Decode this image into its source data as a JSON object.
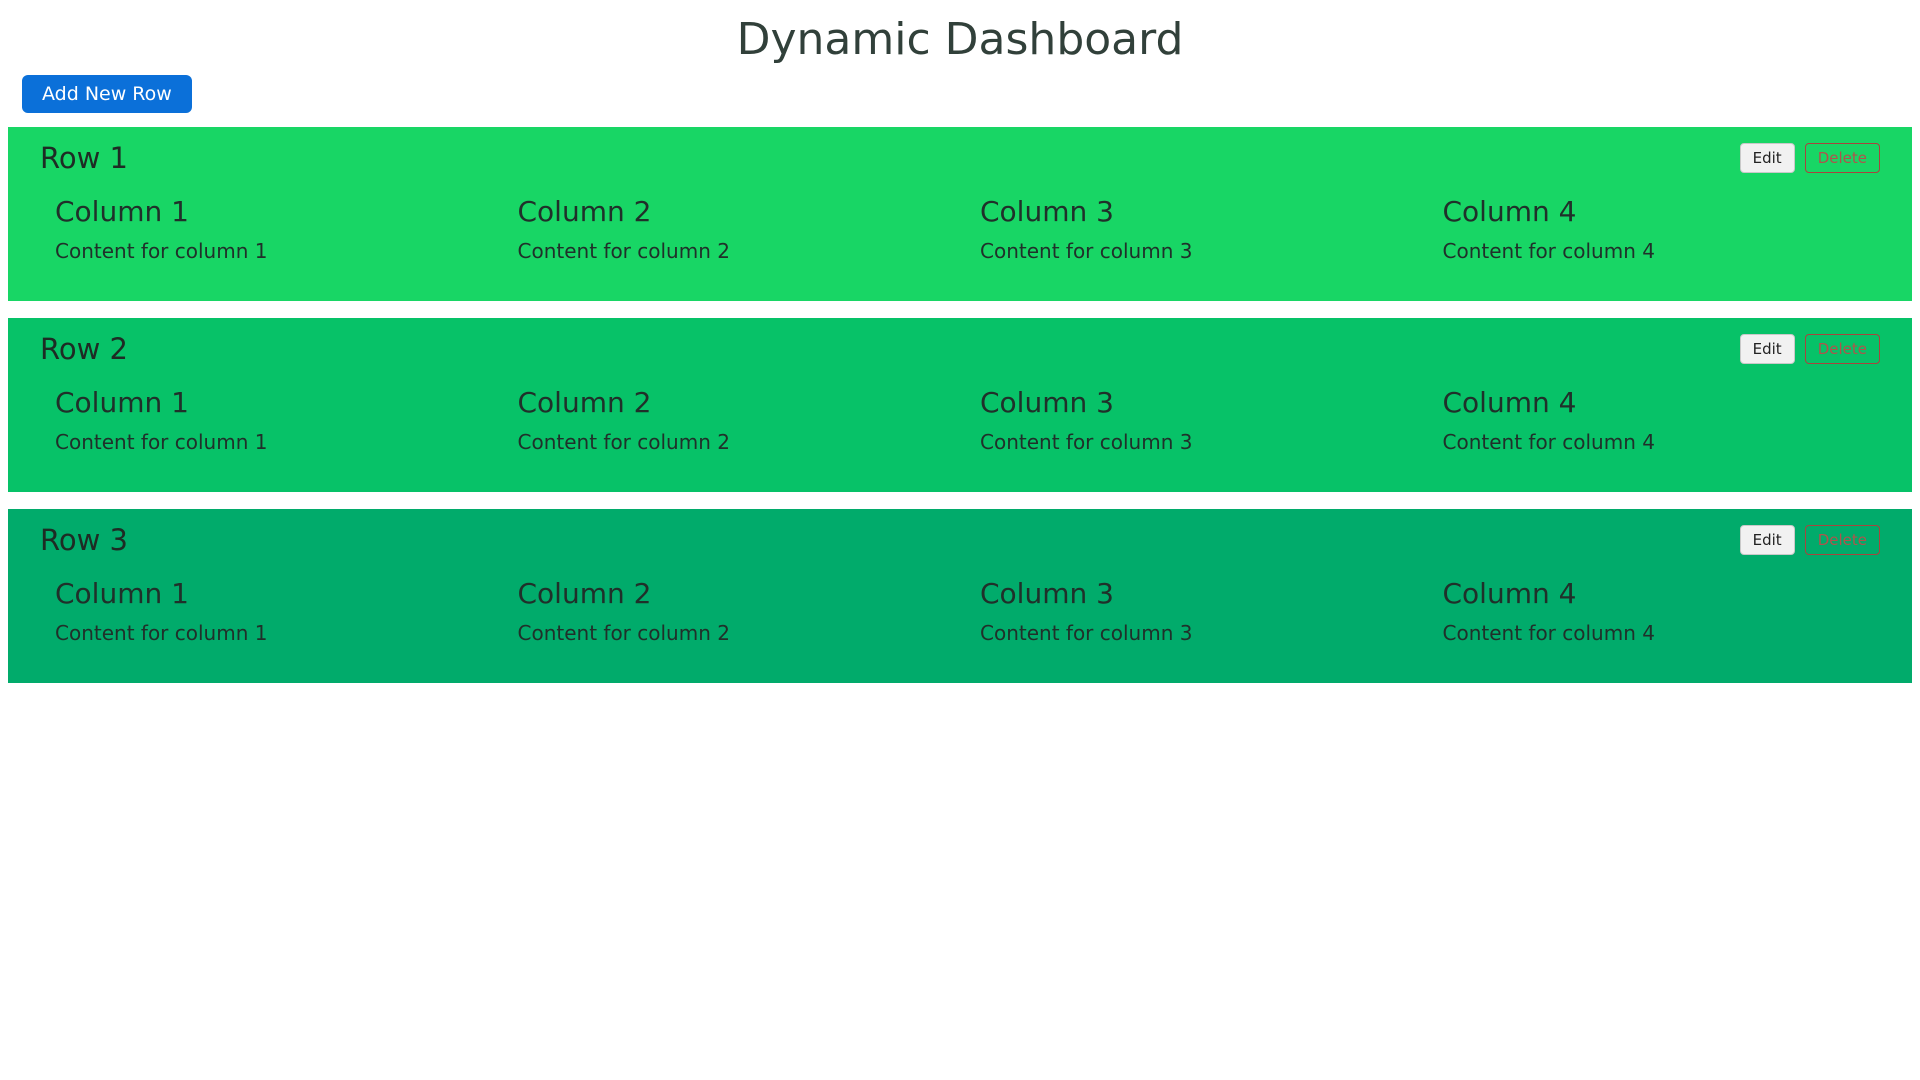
{
  "page": {
    "title": "Dynamic Dashboard"
  },
  "toolbar": {
    "add_row_label": "Add New Row"
  },
  "actions": {
    "edit_label": "Edit",
    "delete_label": "Delete"
  },
  "colors": {
    "add_button_bg": "#0b70d9",
    "edit_button_bg": "#f1f1f1",
    "delete_button_border": "#a8443e",
    "delete_button_text": "#b0534c",
    "row1_bg": "#18d665",
    "row2_bg": "#07c268",
    "row3_bg": "#01ab6b"
  },
  "rows": [
    {
      "title": "Row 1",
      "bg": "#18d665",
      "columns": [
        {
          "title": "Column 1",
          "content": "Content for column 1"
        },
        {
          "title": "Column 2",
          "content": "Content for column 2"
        },
        {
          "title": "Column 3",
          "content": "Content for column 3"
        },
        {
          "title": "Column 4",
          "content": "Content for column 4"
        }
      ]
    },
    {
      "title": "Row 2",
      "bg": "#07c268",
      "columns": [
        {
          "title": "Column 1",
          "content": "Content for column 1"
        },
        {
          "title": "Column 2",
          "content": "Content for column 2"
        },
        {
          "title": "Column 3",
          "content": "Content for column 3"
        },
        {
          "title": "Column 4",
          "content": "Content for column 4"
        }
      ]
    },
    {
      "title": "Row 3",
      "bg": "#01ab6b",
      "columns": [
        {
          "title": "Column 1",
          "content": "Content for column 1"
        },
        {
          "title": "Column 2",
          "content": "Content for column 2"
        },
        {
          "title": "Column 3",
          "content": "Content for column 3"
        },
        {
          "title": "Column 4",
          "content": "Content for column 4"
        }
      ]
    }
  ]
}
